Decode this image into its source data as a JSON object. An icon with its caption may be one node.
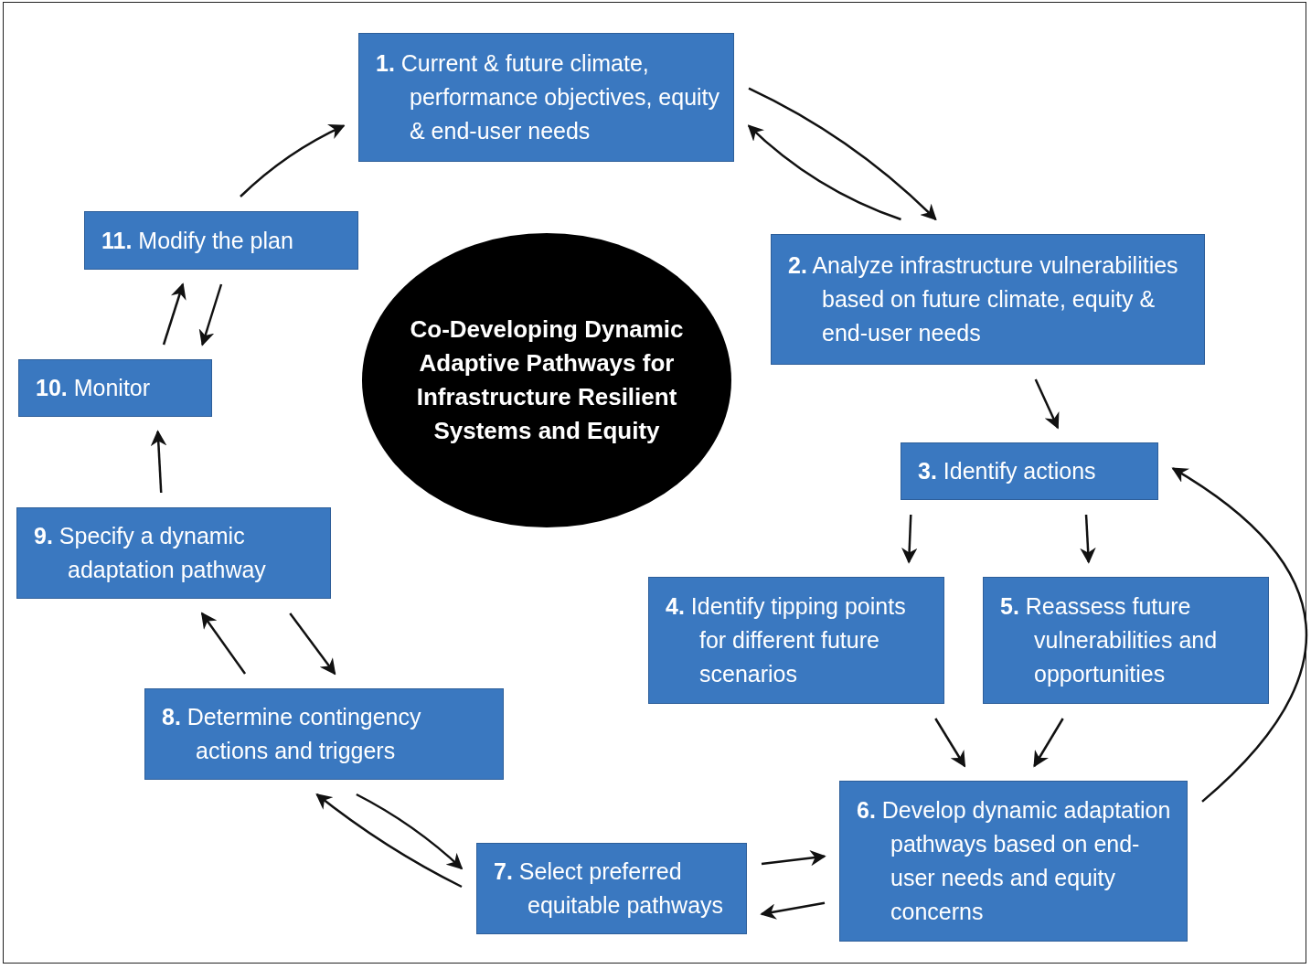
{
  "diagram": {
    "nodes": [
      {
        "text": [
          "**1.** Current & future climate, performance objectives, equity & end-user needs"
        ]
      },
      {
        "text": [
          "**2.** Analyze infrastructure vulnerabilities based on future climate, equity & end-user needs"
        ]
      },
      {
        "text": [
          "**3.** Identify actions"
        ]
      },
      {
        "text": [
          "**4.** Identify tipping points for different future scenarios"
        ]
      },
      {
        "text": [
          "**5.** Reassess future vulnerabilities and opportunities"
        ]
      },
      {
        "text": [
          "**6.** Develop dynamic adaptation pathways based on end-user needs and equity concerns"
        ]
      },
      {
        "text": [
          "**7.** Select preferred equitable pathways"
        ]
      },
      {
        "text": [
          "**8.** Determine contingency actions and triggers"
        ]
      },
      {
        "text": [
          "**9.** Specify a dynamic adaptation pathway"
        ]
      },
      {
        "text": [
          "**10.** Monitor"
        ]
      },
      {
        "text": [
          "**11.** Modify the plan"
        ]
      },
      {
        "text": [
          "Co-Developing Dynamic Adaptive Pathways for Infrastructure Resilient Systems and Equity"
        ]
      }
    ],
    "edges": [
      {
        "from": 0,
        "to": 1,
        "arrow": "to"
      },
      {
        "from": 1,
        "to": 0,
        "arrow": "to"
      },
      {
        "from": 1,
        "to": 2,
        "arrow": "to"
      },
      {
        "from": 2,
        "to": 3,
        "arrow": "to"
      },
      {
        "from": 2,
        "to": 4,
        "arrow": "to"
      },
      {
        "from": 3,
        "to": 5,
        "arrow": "to"
      },
      {
        "from": 4,
        "to": 5,
        "arrow": "to"
      },
      {
        "from": 5,
        "to": 2,
        "arrow": "to"
      },
      {
        "from": 6,
        "to": 5,
        "arrow": "to"
      },
      {
        "from": 5,
        "to": 6,
        "arrow": "to"
      },
      {
        "from": 7,
        "to": 6,
        "arrow": "to"
      },
      {
        "from": 6,
        "to": 7,
        "arrow": "to"
      },
      {
        "from": 7,
        "to": 8,
        "arrow": "to"
      },
      {
        "from": 8,
        "to": 7,
        "arrow": "to"
      },
      {
        "from": 8,
        "to": 9,
        "arrow": "to"
      },
      {
        "from": 9,
        "to": 10,
        "arrow": "to"
      },
      {
        "from": 10,
        "to": 9,
        "arrow": "to"
      },
      {
        "from": 10,
        "to": 0,
        "arrow": "to"
      }
    ]
  }
}
